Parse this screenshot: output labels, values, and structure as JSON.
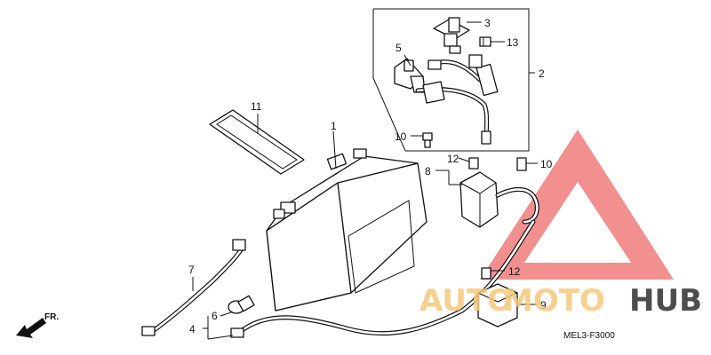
{
  "diagram": {
    "callouts": [
      "1",
      "2",
      "3",
      "4",
      "5",
      "6",
      "7",
      "8",
      "9",
      "10",
      "10",
      "11",
      "12",
      "12",
      "13"
    ],
    "drawing_code": "MEL3-F3000",
    "direction_label": "FR."
  },
  "watermark": {
    "text_part1": "AUTO",
    "text_part2": "MOTO",
    "text_part3": "HUB",
    "color_orange": "#f6c87c",
    "color_red": "#ee6a6a",
    "color_dark": "#2f2f2f"
  }
}
